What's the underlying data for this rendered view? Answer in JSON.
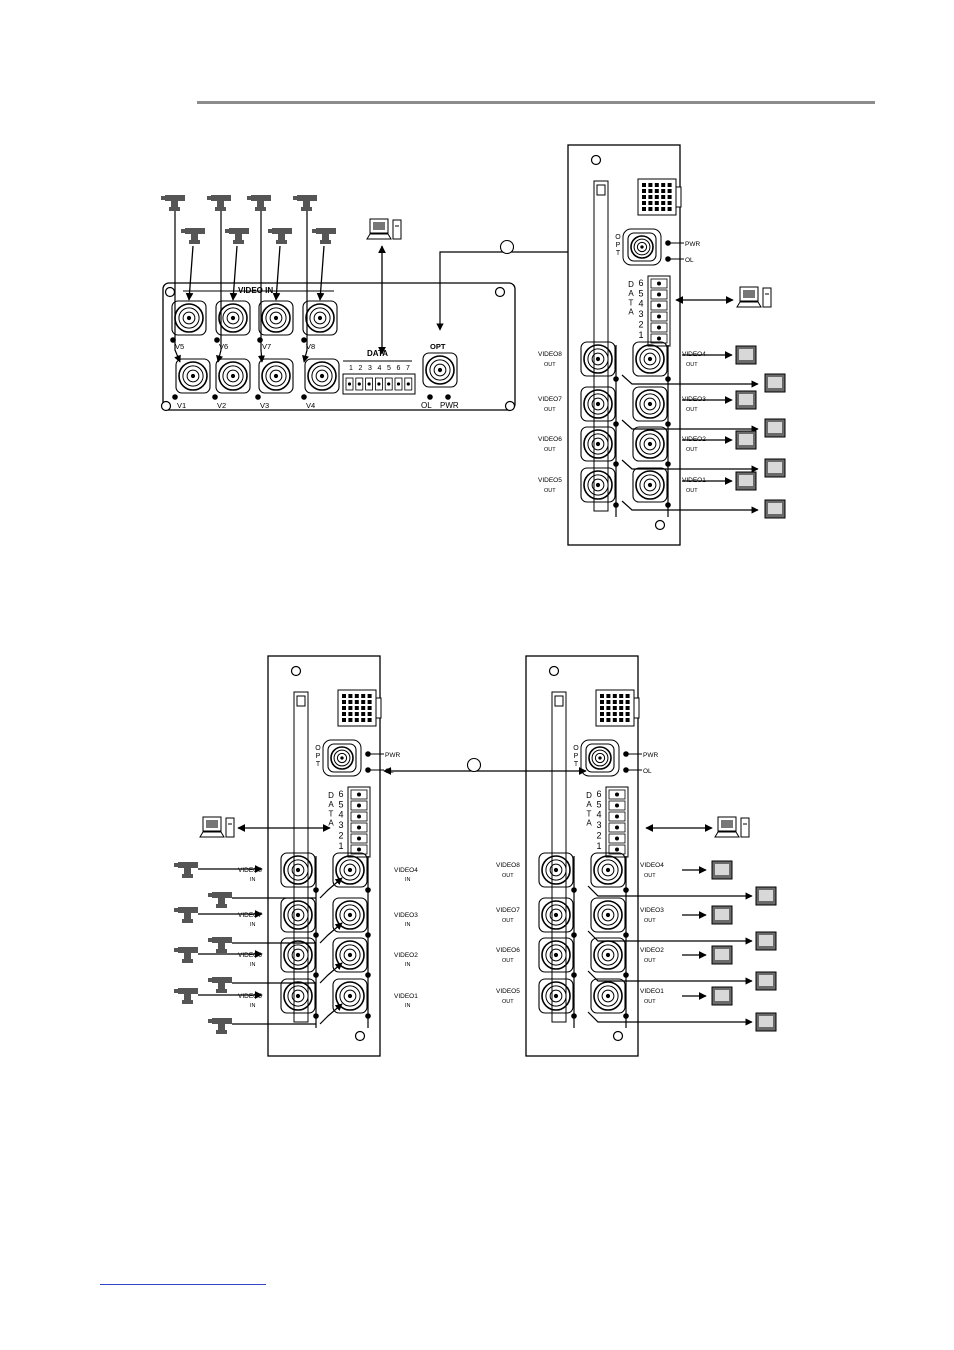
{
  "fig1": {
    "video_in_title": "VIDEO IN",
    "tx_inputs_top": [
      "V5",
      "V6",
      "V7",
      "V8"
    ],
    "tx_inputs_bottom": [
      "V1",
      "V2",
      "V3",
      "V4"
    ],
    "data_title": "DATA",
    "data_pins": [
      "1",
      "2",
      "3",
      "4",
      "5",
      "6",
      "7"
    ],
    "opt_label": "OPT",
    "ol_label": "OL",
    "pwr_label": "PWR"
  },
  "rack": {
    "opt_label": "OPT",
    "pwr_label": "PWR",
    "ol_label": "OL",
    "data_title": "DATA",
    "data_pins": "654321",
    "out_left": [
      "VIDEO8",
      "VIDEO7",
      "VIDEO6",
      "VIDEO5"
    ],
    "out_right": [
      "VIDEO4",
      "VIDEO3",
      "VIDEO2",
      "VIDEO1"
    ],
    "out_sub": "OUT",
    "in_sub": "IN"
  },
  "colors": {
    "line": "#000000",
    "panel": "#ffffff",
    "rule": "#8c8c8c",
    "link": "#3344cc",
    "icon": "#555555"
  },
  "icons": [
    "camera-icon",
    "monitor-icon",
    "computer-icon",
    "bnc-connector-icon",
    "fiber-marker-icon"
  ]
}
